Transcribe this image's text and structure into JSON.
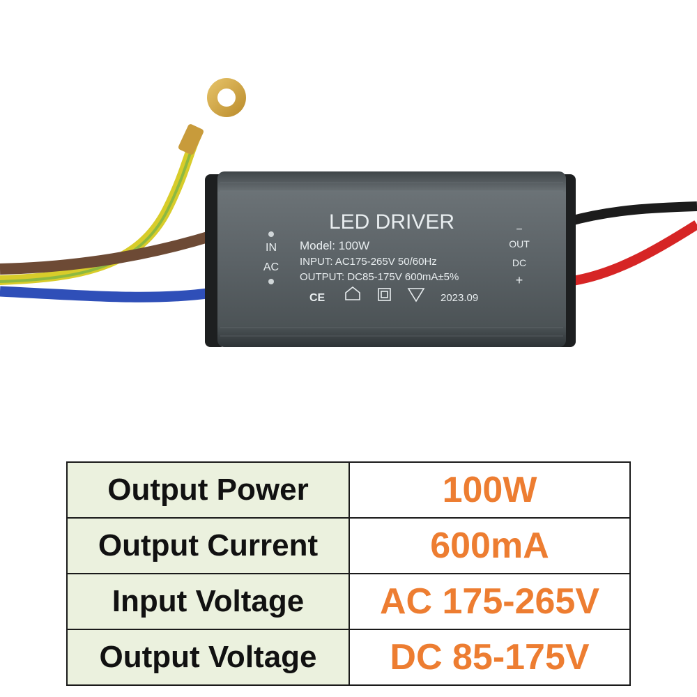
{
  "product": {
    "title": "LED DRIVER",
    "model": "Model: 100W",
    "input": "INPUT: AC175-265V 50/60Hz",
    "output": "OUTPUT: DC85-175V 600mA±5%",
    "date": "2023.09",
    "left_label_top": "IN",
    "left_label_bottom": "AC",
    "right_minus": "−",
    "right_out": "OUT",
    "right_dc": "DC",
    "right_plus": "+",
    "ce_mark": "CE"
  },
  "specs": [
    {
      "label": "Output Power",
      "value": "100W"
    },
    {
      "label": "Output Current",
      "value": "600mA"
    },
    {
      "label": "Input Voltage",
      "value": "AC 175-265V"
    },
    {
      "label": "Output Voltage",
      "value": "DC 85-175V"
    }
  ],
  "colors": {
    "value_text": "#ed7d31",
    "label_background": "#ebf1de",
    "housing": "#5d6468"
  }
}
